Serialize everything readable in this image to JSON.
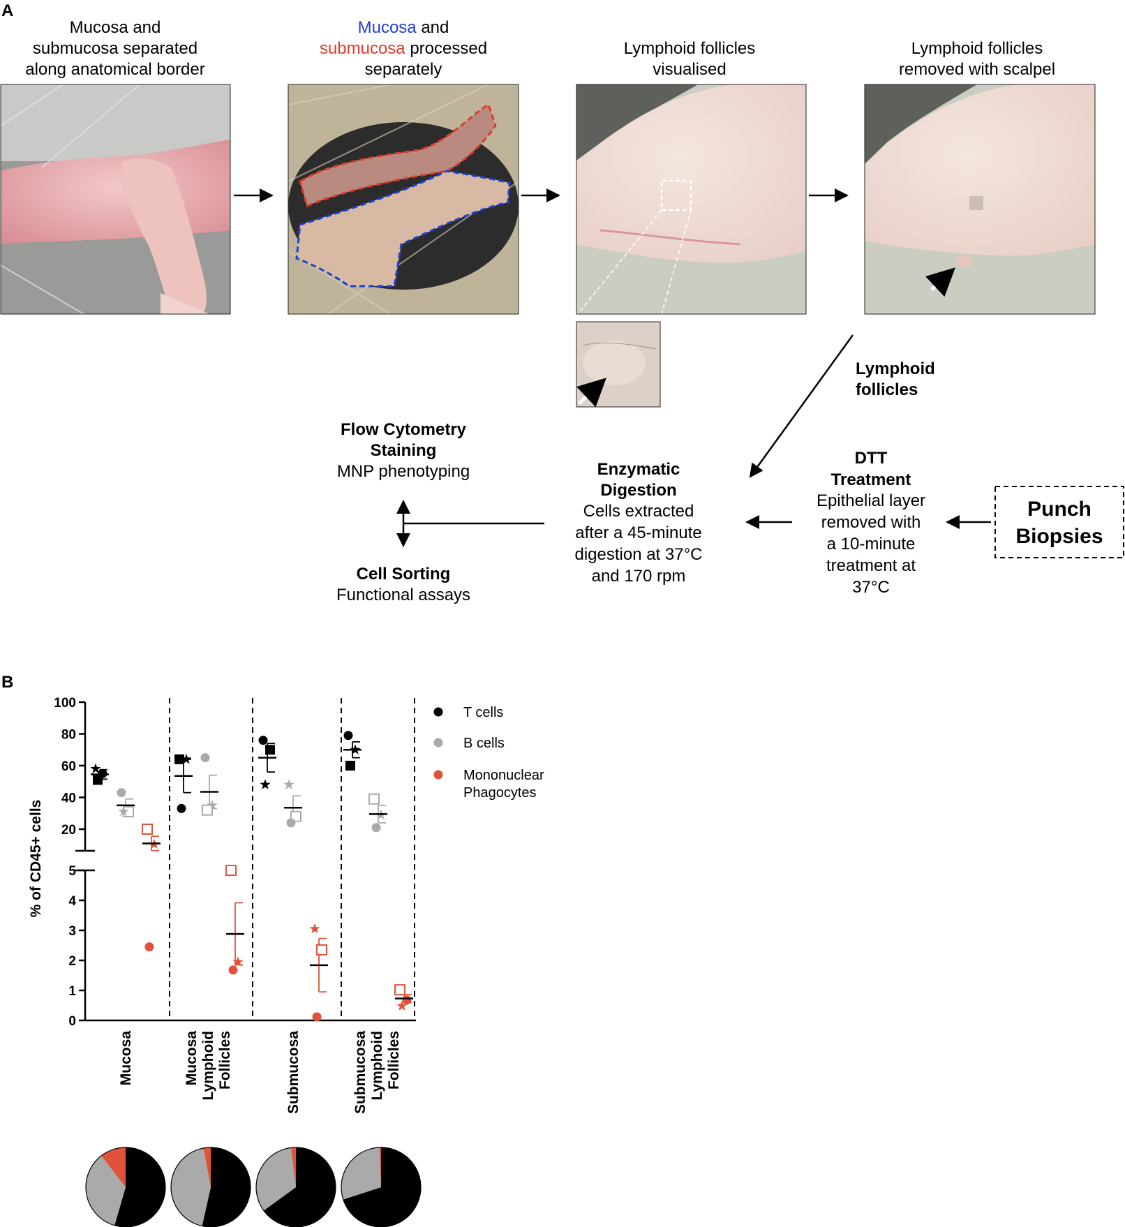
{
  "panel_a": {
    "label": "A",
    "steps": [
      {
        "caption": [
          "Mucosa and",
          "submucosa separated",
          "along anatomical border"
        ]
      },
      {
        "caption_line1_a": "Mucosa",
        "caption_line1_b": " and",
        "caption_line2_a": "submucosa",
        "caption_line2_b": " processed",
        "caption_line3": "separately"
      },
      {
        "caption": [
          "Lymphoid follicles",
          "visualised"
        ]
      },
      {
        "caption": [
          "Lymphoid follicles",
          "removed with scalpel"
        ]
      }
    ],
    "lymphoid_label": [
      "Lymphoid",
      "follicles"
    ],
    "flow_title": [
      "Flow Cytometry",
      "Staining"
    ],
    "flow_sub": "MNP phenotyping",
    "sort_title": "Cell Sorting",
    "sort_sub": "Functional assays",
    "enzymatic_title": [
      "Enzymatic",
      "Digestion"
    ],
    "enzymatic_body": [
      "Cells extracted",
      "after a 45-minute",
      "digestion at 37°C",
      "and 170 rpm"
    ],
    "dtt_title": [
      "DTT",
      "Treatment"
    ],
    "dtt_body": [
      "Epithelial layer",
      "removed with",
      "a 10-minute",
      "treatment at",
      "37°C"
    ],
    "punch": [
      "Punch",
      "Biopsies"
    ],
    "colors": {
      "mucosa": "#1f3fd6",
      "submucosa": "#e03a2a"
    }
  },
  "panel_b": {
    "label": "B"
  },
  "chart_data": {
    "type": "scatter",
    "ylabel": "% of CD45+ cells",
    "yticks_upper": [
      "100",
      "80",
      "60",
      "40",
      "20"
    ],
    "yticks_lower": [
      "5",
      "4",
      "3",
      "2",
      "1",
      "0"
    ],
    "y_broken_axis": true,
    "groups": [
      {
        "label": [
          "Mucosa"
        ]
      },
      {
        "label": [
          "Mucosa",
          "Lymphoid",
          "Follicles"
        ]
      },
      {
        "label": [
          "Submucosa"
        ]
      },
      {
        "label": [
          "Submucosa",
          "Lymphoid",
          "Follicles"
        ]
      }
    ],
    "legend": [
      {
        "name": "T cells",
        "color": "#000000"
      },
      {
        "name": "B cells",
        "color": "#aaaaaa"
      },
      {
        "name": "Mononuclear",
        "name2": "Phagocytes",
        "color": "#e0533a"
      }
    ],
    "series": [
      {
        "name": "T cells",
        "color": "#000000",
        "groups": [
          {
            "points": [
              {
                "shape": "star",
                "y": 58
              },
              {
                "shape": "circle",
                "y": 55
              },
              {
                "shape": "square",
                "y": 51
              }
            ],
            "mean": 54.5,
            "sem_low": 51.5,
            "sem_high": 57.5
          },
          {
            "points": [
              {
                "shape": "square",
                "y": 64
              },
              {
                "shape": "star",
                "y": 64
              },
              {
                "shape": "circle",
                "y": 33
              }
            ],
            "mean": 53.5,
            "sem_low": 43,
            "sem_high": 64
          },
          {
            "points": [
              {
                "shape": "circle",
                "y": 76
              },
              {
                "shape": "square",
                "y": 70
              },
              {
                "shape": "star",
                "y": 48
              }
            ],
            "mean": 65,
            "sem_low": 56,
            "sem_high": 74
          },
          {
            "points": [
              {
                "shape": "circle",
                "y": 79
              },
              {
                "shape": "star",
                "y": 70
              },
              {
                "shape": "square",
                "y": 60
              }
            ],
            "mean": 70,
            "sem_low": 65,
            "sem_high": 75
          }
        ]
      },
      {
        "name": "B cells",
        "color": "#aaaaaa",
        "groups": [
          {
            "points": [
              {
                "shape": "circle",
                "y": 43
              },
              {
                "shape": "square",
                "y": 31
              },
              {
                "shape": "star",
                "y": 31
              }
            ],
            "mean": 35,
            "sem_low": 31,
            "sem_high": 39
          },
          {
            "points": [
              {
                "shape": "circle",
                "y": 65
              },
              {
                "shape": "star",
                "y": 35
              },
              {
                "shape": "square",
                "y": 32
              }
            ],
            "mean": 43.5,
            "sem_low": 33,
            "sem_high": 54
          },
          {
            "points": [
              {
                "shape": "star",
                "y": 48
              },
              {
                "shape": "square",
                "y": 28
              },
              {
                "shape": "circle",
                "y": 24
              }
            ],
            "mean": 33.5,
            "sem_low": 26,
            "sem_high": 41
          },
          {
            "points": [
              {
                "shape": "square",
                "y": 39
              },
              {
                "shape": "star",
                "y": 29
              },
              {
                "shape": "circle",
                "y": 21
              }
            ],
            "mean": 29.5,
            "sem_low": 24,
            "sem_high": 35
          }
        ]
      },
      {
        "name": "Mononuclear Phagocytes",
        "color": "#e0533a",
        "groups": [
          {
            "points": [
              {
                "shape": "square",
                "y": 20
              },
              {
                "shape": "star",
                "y": 10.5
              },
              {
                "shape": "circle",
                "y": 2.45
              }
            ],
            "mean": 11,
            "sem_low": 6.5,
            "sem_high": 15.5
          },
          {
            "points": [
              {
                "shape": "square",
                "y": 5
              },
              {
                "shape": "star",
                "y": 1.95
              },
              {
                "shape": "circle",
                "y": 1.68
              }
            ],
            "mean": 2.88,
            "sem_low": 1.85,
            "sem_high": 3.92
          },
          {
            "points": [
              {
                "shape": "star",
                "y": 3.05
              },
              {
                "shape": "square",
                "y": 2.35
              },
              {
                "shape": "circle",
                "y": 0.12
              }
            ],
            "mean": 1.84,
            "sem_low": 0.95,
            "sem_high": 2.73
          },
          {
            "points": [
              {
                "shape": "square",
                "y": 1.02
              },
              {
                "shape": "circle",
                "y": 0.68
              },
              {
                "shape": "star",
                "y": 0.48
              }
            ],
            "mean": 0.73,
            "sem_low": 0.6,
            "sem_high": 0.86
          }
        ]
      }
    ],
    "pies": [
      {
        "T cells": 54.5,
        "B cells": 35,
        "Mononuclear Phagocytes": 10.5
      },
      {
        "T cells": 53.5,
        "B cells": 43.5,
        "Mononuclear Phagocytes": 3
      },
      {
        "T cells": 65,
        "B cells": 33,
        "Mononuclear Phagocytes": 2
      },
      {
        "T cells": 70,
        "B cells": 29.3,
        "Mononuclear Phagocytes": 0.7
      }
    ]
  }
}
